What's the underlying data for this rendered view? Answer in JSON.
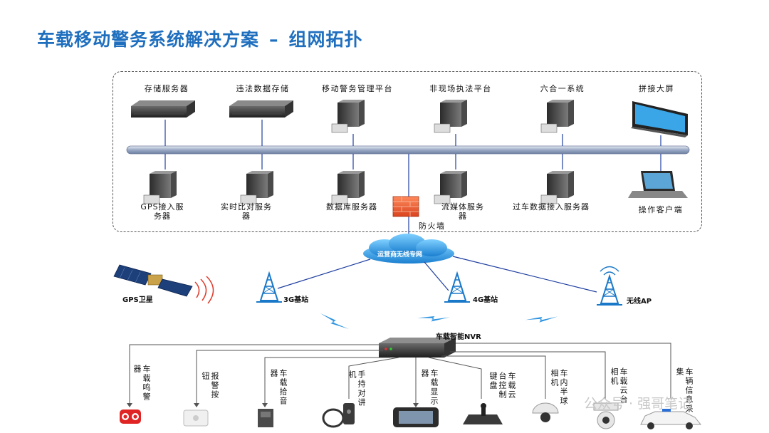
{
  "title": {
    "main": "车载移动警务系统解决方案",
    "separator": "–",
    "sub": "组网拓扑"
  },
  "servers_top": [
    {
      "label": "存储服务器",
      "icon": "rack-server-icon"
    },
    {
      "label": "违法数据存储",
      "icon": "rack-server-icon"
    },
    {
      "label": "移动警务管理平台",
      "icon": "tower-server-icon"
    },
    {
      "label": "非现场执法平台",
      "icon": "tower-server-icon"
    },
    {
      "label": "六合一系统",
      "icon": "tower-server-icon"
    },
    {
      "label": "拼接大屏",
      "icon": "display-wall-icon"
    }
  ],
  "servers_bottom": [
    {
      "label": "GPS接入服务器",
      "icon": "tower-server-icon"
    },
    {
      "label": "实时比对服务器",
      "icon": "tower-server-icon"
    },
    {
      "label": "数据库服务器",
      "icon": "tower-server-icon"
    },
    {
      "label": "流媒体服务器",
      "icon": "tower-server-icon"
    },
    {
      "label": "过车数据接入服务器",
      "icon": "tower-server-icon"
    },
    {
      "label": "操作客户端",
      "icon": "laptop-icon"
    }
  ],
  "firewall": "防火墙",
  "cloud": "运营商无线专网",
  "gps": "GPS卫星",
  "stations": [
    {
      "label": "3G基站",
      "icon": "cell-tower-icon"
    },
    {
      "label": "4G基站",
      "icon": "cell-tower-icon"
    },
    {
      "label": "无线AP",
      "icon": "wifi-ap-icon"
    }
  ],
  "nvr": "车载智能NVR",
  "devices": [
    {
      "label": "车载鸣警器",
      "icon": "siren-icon"
    },
    {
      "label": "报警按钮",
      "icon": "alarm-button-icon"
    },
    {
      "label": "车载拾音器",
      "icon": "microphone-pickup-icon"
    },
    {
      "label": "手持对讲机",
      "icon": "handheld-radio-icon"
    },
    {
      "label": "车载显示器",
      "icon": "monitor-icon"
    },
    {
      "label": "车载云台控制键盘",
      "icon": "ptz-keyboard-icon"
    },
    {
      "label": "车内半球相机",
      "icon": "dome-camera-icon"
    },
    {
      "label": "车载云台相机",
      "icon": "ptz-camera-icon"
    },
    {
      "label": "车辆信息采集",
      "icon": "police-car-icon"
    }
  ],
  "watermark": "公众号 · 强哥笔记"
}
